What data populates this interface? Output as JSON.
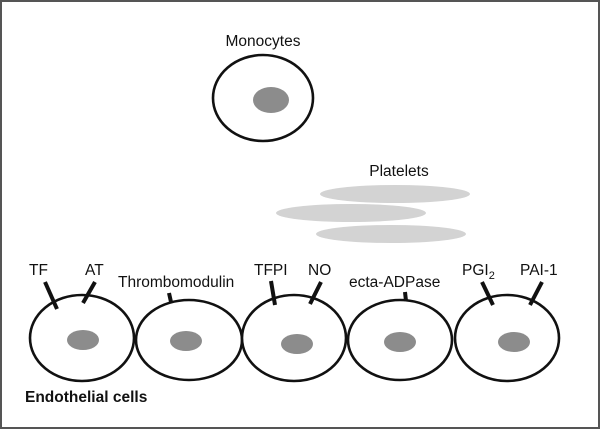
{
  "labels": {
    "monocytes": "Monocytes",
    "platelets": "Platelets",
    "endothelial_cells": "Endothelial cells",
    "tf": "TF",
    "at": "AT",
    "thrombomodulin": "Thrombomodulin",
    "tfpi": "TFPI",
    "no": "NO",
    "ecta_adpase": "ecta-ADPase",
    "pgi_base": "PGI",
    "pgi_sub": "2",
    "pai1": "PAI-1"
  },
  "colors": {
    "outline": "#111111",
    "nucleus": "#8c8c8c",
    "platelet": "#d3d3d3",
    "border": "#555555"
  }
}
